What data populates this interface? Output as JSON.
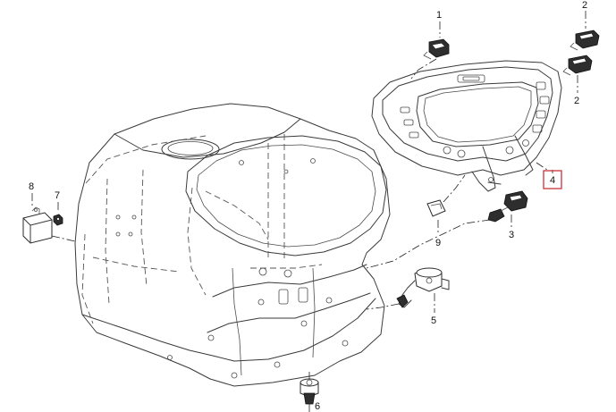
{
  "callouts": [
    {
      "id": "c1",
      "label": "1"
    },
    {
      "id": "c2a",
      "label": "2"
    },
    {
      "id": "c2b",
      "label": "2"
    },
    {
      "id": "c3",
      "label": "3"
    },
    {
      "id": "c4",
      "label": "4",
      "highlighted": true
    },
    {
      "id": "c5",
      "label": "5"
    },
    {
      "id": "c6",
      "label": "6"
    },
    {
      "id": "c7",
      "label": "7"
    },
    {
      "id": "c8",
      "label": "8"
    },
    {
      "id": "c9",
      "label": "9"
    }
  ],
  "colors": {
    "line": "#3a3a3a",
    "highlight": "#c9343a",
    "background": "#ffffff"
  }
}
